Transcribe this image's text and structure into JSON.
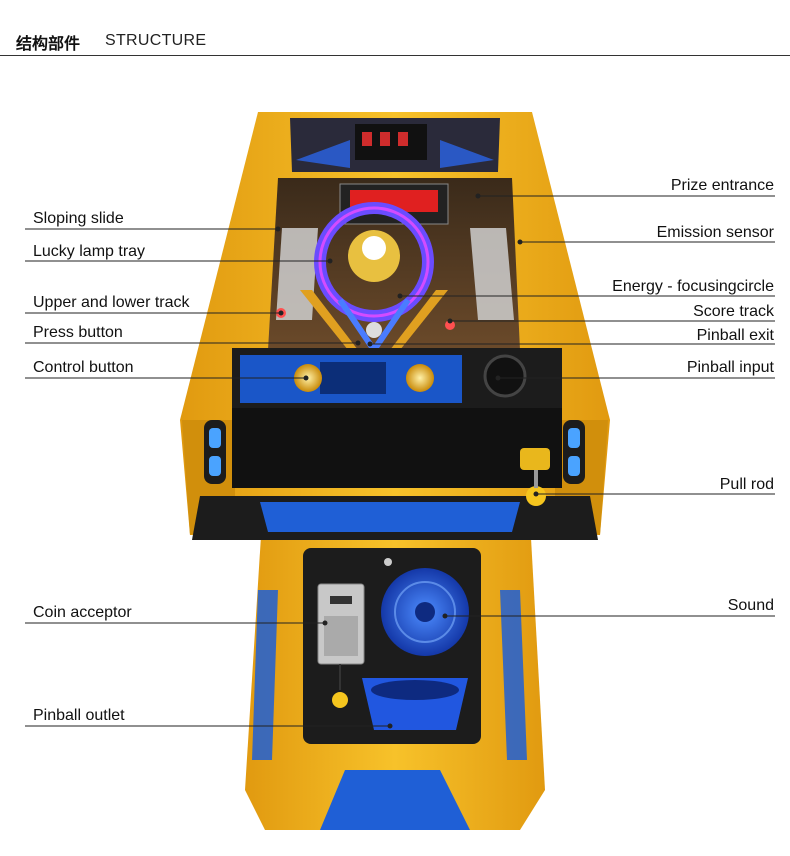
{
  "header": {
    "title_cn": "结构部件",
    "title_en": "STRUCTURE"
  },
  "labels_left": [
    {
      "id": "sloping-slide",
      "text": "Sloping slide"
    },
    {
      "id": "lucky-lamp-tray",
      "text": "Lucky lamp tray"
    },
    {
      "id": "upper-lower-track",
      "text": "Upper and lower track"
    },
    {
      "id": "press-button",
      "text": "Press button"
    },
    {
      "id": "control-button",
      "text": "Control button"
    },
    {
      "id": "coin-acceptor",
      "text": "Coin acceptor"
    },
    {
      "id": "pinball-outlet",
      "text": "Pinball outlet"
    }
  ],
  "labels_right": [
    {
      "id": "prize-entrance",
      "text": "Prize entrance"
    },
    {
      "id": "emission-sensor",
      "text": "Emission sensor"
    },
    {
      "id": "energy-focusing-circle",
      "text": "Energy - focusingcircle"
    },
    {
      "id": "score-track",
      "text": "Score track"
    },
    {
      "id": "pinball-exit",
      "text": "Pinball exit"
    },
    {
      "id": "pinball-input",
      "text": "Pinball input"
    },
    {
      "id": "pull-rod",
      "text": "Pull rod"
    },
    {
      "id": "sound",
      "text": "Sound"
    }
  ],
  "colors": {
    "cabinet_yellow": "#f2b31a",
    "cabinet_shadow": "#d18f0c",
    "panel_black": "#1c1c1c",
    "accent_blue": "#1f5fd6",
    "leader_line": "#222222"
  }
}
